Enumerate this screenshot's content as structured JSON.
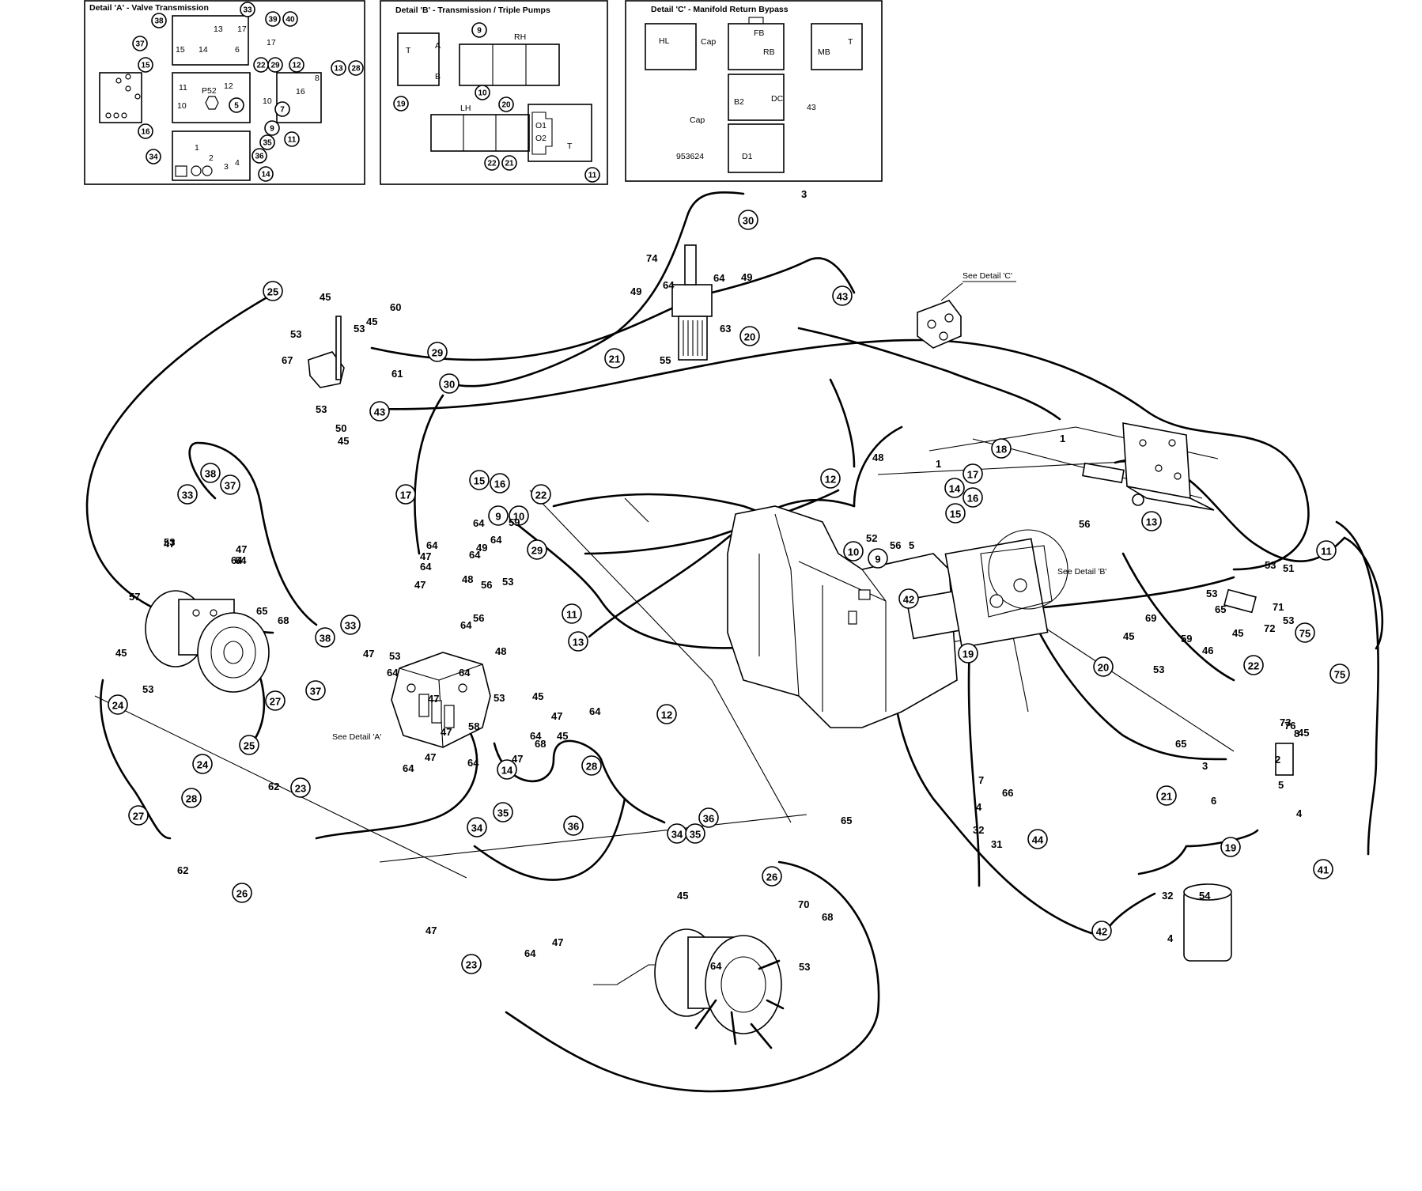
{
  "details": {
    "a": {
      "title": "Detail 'A'  - Valve Transmission",
      "labels": [
        "33",
        "38",
        "13",
        "17",
        "39",
        "40",
        "37",
        "15",
        "14",
        "6",
        "17",
        "12",
        "16",
        "8",
        "13",
        "28",
        "15",
        "11",
        "P52",
        "12",
        "22",
        "29",
        "10",
        "5",
        "10",
        "7",
        "9",
        "16",
        "11",
        "1",
        "35",
        "34",
        "2",
        "36",
        "4",
        "3",
        "14"
      ]
    },
    "b": {
      "title": "Detail 'B'  - Transmission / Triple Pumps",
      "labels": [
        "T",
        "A",
        "9",
        "RH",
        "B",
        "10",
        "19",
        "LH",
        "20",
        "O1",
        "O2",
        "22",
        "21",
        "T",
        "11"
      ]
    },
    "c": {
      "title": "Detail 'C'  - Manifold Return Bypass",
      "labels": [
        "HL",
        "Cap",
        "FB",
        "RB",
        "MB",
        "T",
        "B2",
        "DC",
        "43",
        "Cap",
        "953624",
        "D1"
      ]
    }
  },
  "notes": {
    "see_a": "See Detail 'A'",
    "see_b": "See Detail 'B'",
    "see_c": "See Detail 'C'"
  },
  "callouts": [
    "30",
    "25",
    "43",
    "29",
    "30",
    "43",
    "21",
    "20",
    "33",
    "38",
    "37",
    "15",
    "16",
    "22",
    "29",
    "17",
    "9",
    "10",
    "38",
    "33",
    "37",
    "27",
    "25",
    "24",
    "24",
    "23",
    "27",
    "28",
    "26",
    "11",
    "13",
    "12",
    "14",
    "28",
    "35",
    "34",
    "36",
    "34",
    "35",
    "36",
    "26",
    "23",
    "18",
    "17",
    "14",
    "16",
    "13",
    "12",
    "10",
    "9",
    "15",
    "42",
    "19",
    "11",
    "75",
    "20",
    "22",
    "75",
    "21",
    "19",
    "41",
    "42",
    "44"
  ],
  "part_numbers": [
    "3",
    "74",
    "64",
    "49",
    "49",
    "64",
    "63",
    "55",
    "45",
    "53",
    "60",
    "53",
    "45",
    "67",
    "61",
    "53",
    "50",
    "45",
    "53",
    "47",
    "64",
    "64",
    "57",
    "47",
    "64",
    "65",
    "68",
    "45",
    "53",
    "47",
    "47",
    "64",
    "64",
    "59",
    "47",
    "49",
    "64",
    "64",
    "48",
    "56",
    "53",
    "64",
    "56",
    "48",
    "47",
    "53",
    "64",
    "47",
    "64",
    "45",
    "53",
    "64",
    "58",
    "68",
    "64",
    "47",
    "45",
    "64",
    "47",
    "64",
    "47",
    "62",
    "62",
    "47",
    "64",
    "47",
    "64",
    "53",
    "45",
    "70",
    "68",
    "65",
    "1",
    "48",
    "52",
    "5",
    "56",
    "1",
    "56",
    "51",
    "53",
    "45",
    "69",
    "53",
    "45",
    "72",
    "71",
    "53",
    "59",
    "46",
    "65",
    "53",
    "45",
    "73",
    "2",
    "65",
    "3",
    "76",
    "5",
    "8",
    "6",
    "4",
    "7",
    "66",
    "4",
    "32",
    "31",
    "32",
    "4",
    "54"
  ]
}
